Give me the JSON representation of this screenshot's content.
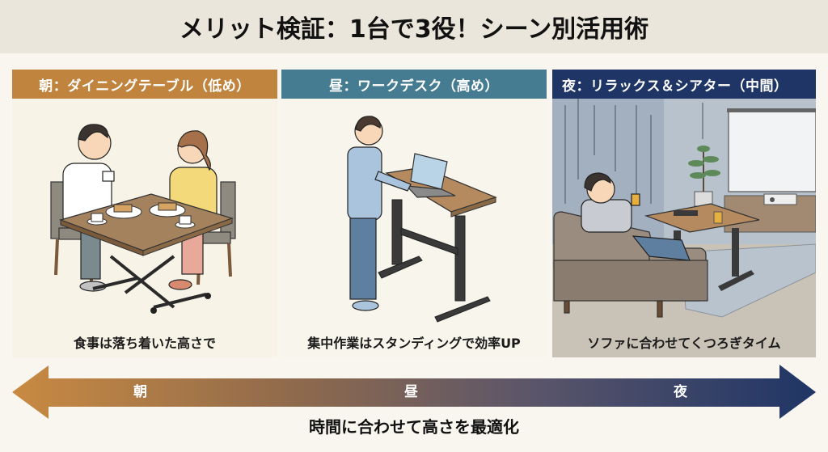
{
  "title": "メリット検証：1台で3役！シーン別活用術",
  "panels": [
    {
      "key": "morning",
      "header": "朝：ダイニングテーブル（低め）",
      "caption": "食事は落ち着いた高さで",
      "color": "#c0843e",
      "scene": "Couple eating breakfast (coffee, toast) at a low lift-table with X-frame legs, seated on chairs"
    },
    {
      "key": "noon",
      "header": "昼：ワークデスク（高め）",
      "caption": "集中作業はスタンディングで効率UP",
      "color": "#467c91",
      "scene": "Man standing and typing on a laptop at a raised standing desk"
    },
    {
      "key": "night",
      "header": "夜：リラックス＆シアター（中間）",
      "caption": "ソファに合わせてくつろぎタイム",
      "color": "#1f3566",
      "scene": "Man relaxing on a sofa with a drink; table at mid height, projector screen, plant, TV stand"
    }
  ],
  "timeline": {
    "labels": [
      "朝",
      "昼",
      "夜"
    ],
    "gradient_start": "#c98a42",
    "gradient_end": "#1f3566",
    "subtitle": "時間に合わせて高さを最適化"
  }
}
